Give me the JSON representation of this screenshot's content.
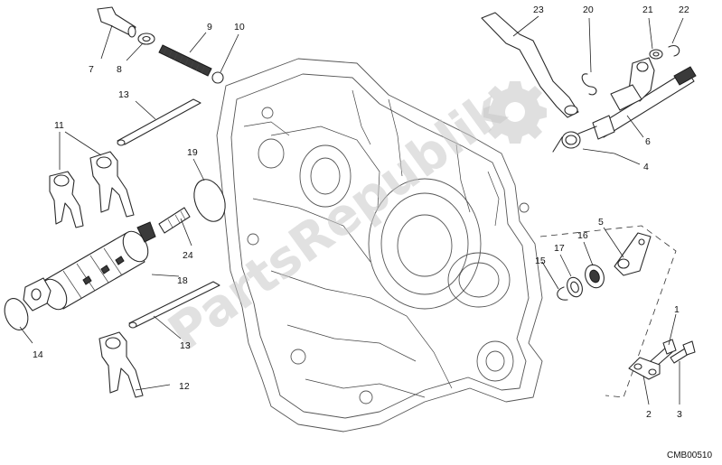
{
  "diagram_code": "CMB00510",
  "watermark": {
    "text": "PartsRepublik",
    "icon": "gear-icon"
  },
  "callouts": {
    "c1": "1",
    "c2": "2",
    "c3": "3",
    "c4": "4",
    "c5": "5",
    "c6": "6",
    "c7": "7",
    "c8": "8",
    "c9": "9",
    "c10": "10",
    "c11": "11",
    "c12": "12",
    "c13a": "13",
    "c13b": "13",
    "c14": "14",
    "c15": "15",
    "c16": "16",
    "c17": "17",
    "c18": "18",
    "c19": "19",
    "c20": "20",
    "c21": "21",
    "c22": "22",
    "c23": "23",
    "c24": "24"
  },
  "colors": {
    "line": "#2a2a2a",
    "watermark": "#c9c9c9",
    "background": "#ffffff"
  }
}
